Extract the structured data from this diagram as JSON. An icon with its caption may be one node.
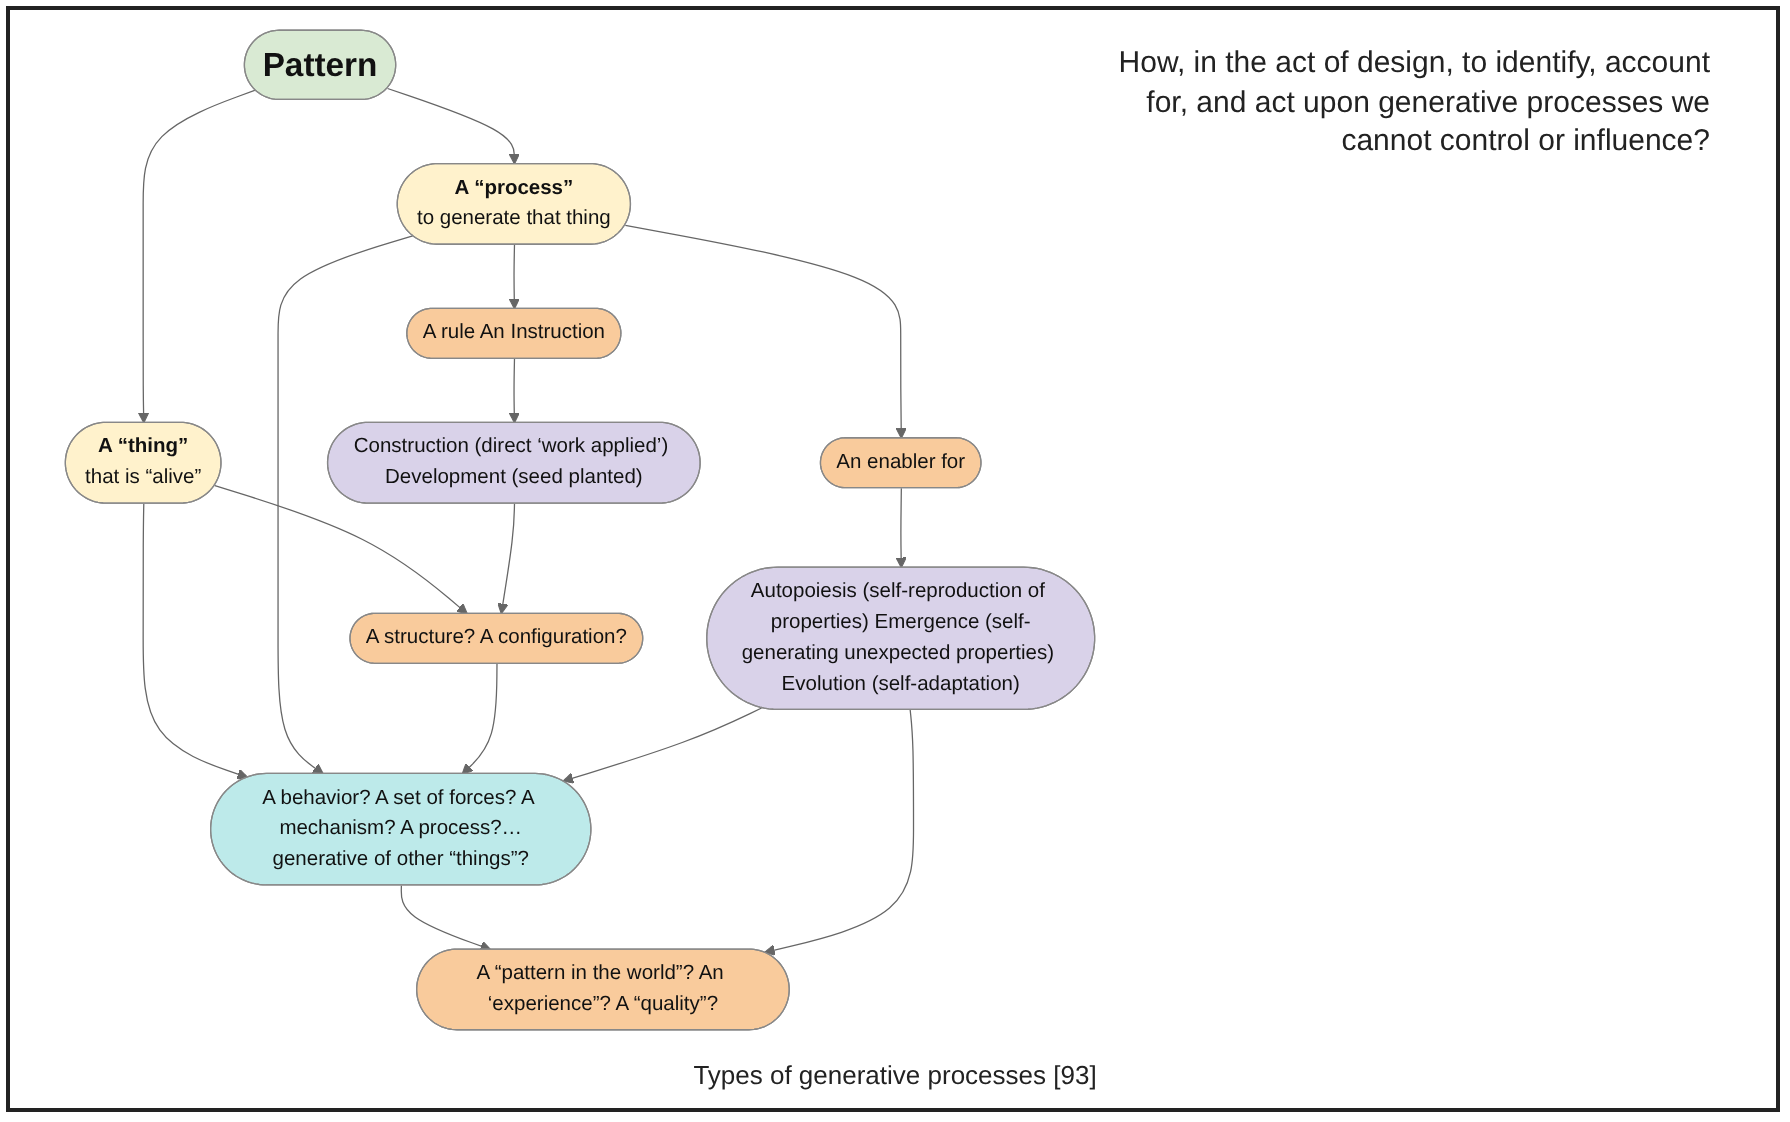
{
  "diagram": {
    "caption": "Types of generative processes [93]",
    "nodes": [
      {
        "text": [
          "Pattern"
        ]
      },
      {
        "text": [
          "A “thing”",
          "that is “alive”"
        ]
      },
      {
        "text": [
          "A “process”",
          "to generate that thing"
        ]
      },
      {
        "text": [
          "A structure? A configuration?"
        ]
      },
      {
        "text": [
          "A behavior? A set of forces? A mechanism? A process?…",
          "generative of other “things”?"
        ]
      },
      {
        "text": [
          "A rule An Instruction"
        ]
      },
      {
        "text": [
          "A “pattern in the world”? An ‘experience”? A “quality”?"
        ]
      },
      {
        "text": [
          "An enabler for"
        ]
      },
      {
        "text": [
          "Autopoiesis (self-reproduction of properties) Emergence (self-generating unexpected properties) Evolution (self-adaptation)"
        ]
      },
      {
        "text": [
          "Construction (direct ‘work applied’) Development (seed planted)"
        ]
      }
    ],
    "edges": [
      {
        "from": 0,
        "to": 1,
        "arrow": "to"
      },
      {
        "from": 0,
        "to": 2,
        "arrow": "to"
      },
      {
        "from": 1,
        "to": 3,
        "arrow": "to"
      },
      {
        "from": 1,
        "to": 4,
        "arrow": "to"
      },
      {
        "from": 2,
        "to": 4,
        "arrow": "to"
      },
      {
        "from": 2,
        "to": 5,
        "arrow": "to"
      },
      {
        "from": 2,
        "to": 7,
        "arrow": "to"
      },
      {
        "from": 3,
        "to": 4,
        "arrow": "to"
      },
      {
        "from": 4,
        "to": 6,
        "arrow": "to"
      },
      {
        "from": 8,
        "to": 4,
        "arrow": "to"
      },
      {
        "from": 8,
        "to": 6,
        "arrow": "to"
      },
      {
        "from": 9,
        "to": 3,
        "arrow": "to"
      },
      {
        "from": 7,
        "to": 8,
        "arrow": "to"
      },
      {
        "from": 5,
        "to": 9,
        "arrow": "to"
      }
    ],
    "labels": [
      "How, in the act of design, to identify, account for, and act upon generative processes we cannot control or influence?"
    ]
  }
}
